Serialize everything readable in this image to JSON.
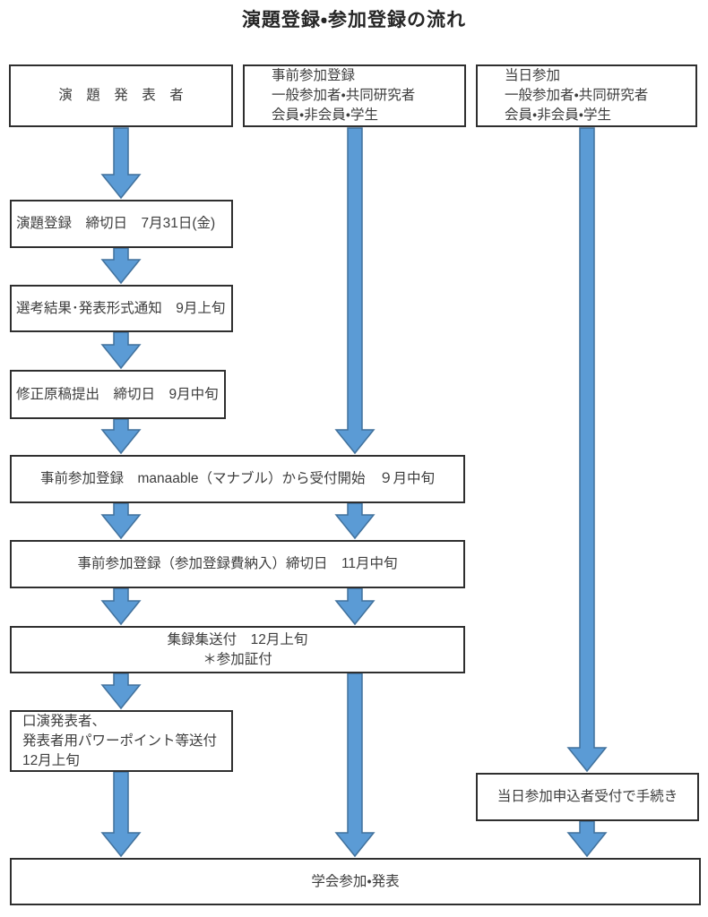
{
  "title": "演題登録・参加登録の流れ",
  "colors": {
    "arrow_fill": "#5B9BD5",
    "arrow_stroke": "#41719C",
    "box_border": "#2F2F2F",
    "text": "#3D3D3D"
  },
  "boxes": {
    "presenter_header": {
      "label": "演　題　発　表　者"
    },
    "pre_registration_header": {
      "lines": [
        "事前参加登録",
        "一般参加者・共同研究者",
        "会員・非会員・学生"
      ]
    },
    "same_day_header": {
      "lines": [
        "当日参加",
        "一般参加者・共同研究者",
        "会員・非会員・学生"
      ]
    },
    "abstract_submission": {
      "label": "演題登録　締切日　7月31日(金)"
    },
    "selection_result": {
      "label": "選考結果･発表形式通知　9月上旬"
    },
    "revised_manuscript": {
      "label": "修正原稿提出　締切日　9月中旬"
    },
    "pre_registration_open": {
      "label": "事前参加登録　manaable（マナブル）から受付開始　９月中旬"
    },
    "pre_registration_deadline": {
      "label": "事前参加登録（参加登録費納入）締切日　11月中旬"
    },
    "proceedings": {
      "lines": [
        "集録集送付　12月上旬",
        "＊参加証付"
      ]
    },
    "oral_presenters": {
      "lines": [
        "口演発表者、",
        "発表者用パワーポイント等送付",
        "12月上旬"
      ]
    },
    "same_day_reception": {
      "label": "当日参加申込者受付で手続き"
    },
    "participation": {
      "label": "学会参加・発表"
    }
  }
}
